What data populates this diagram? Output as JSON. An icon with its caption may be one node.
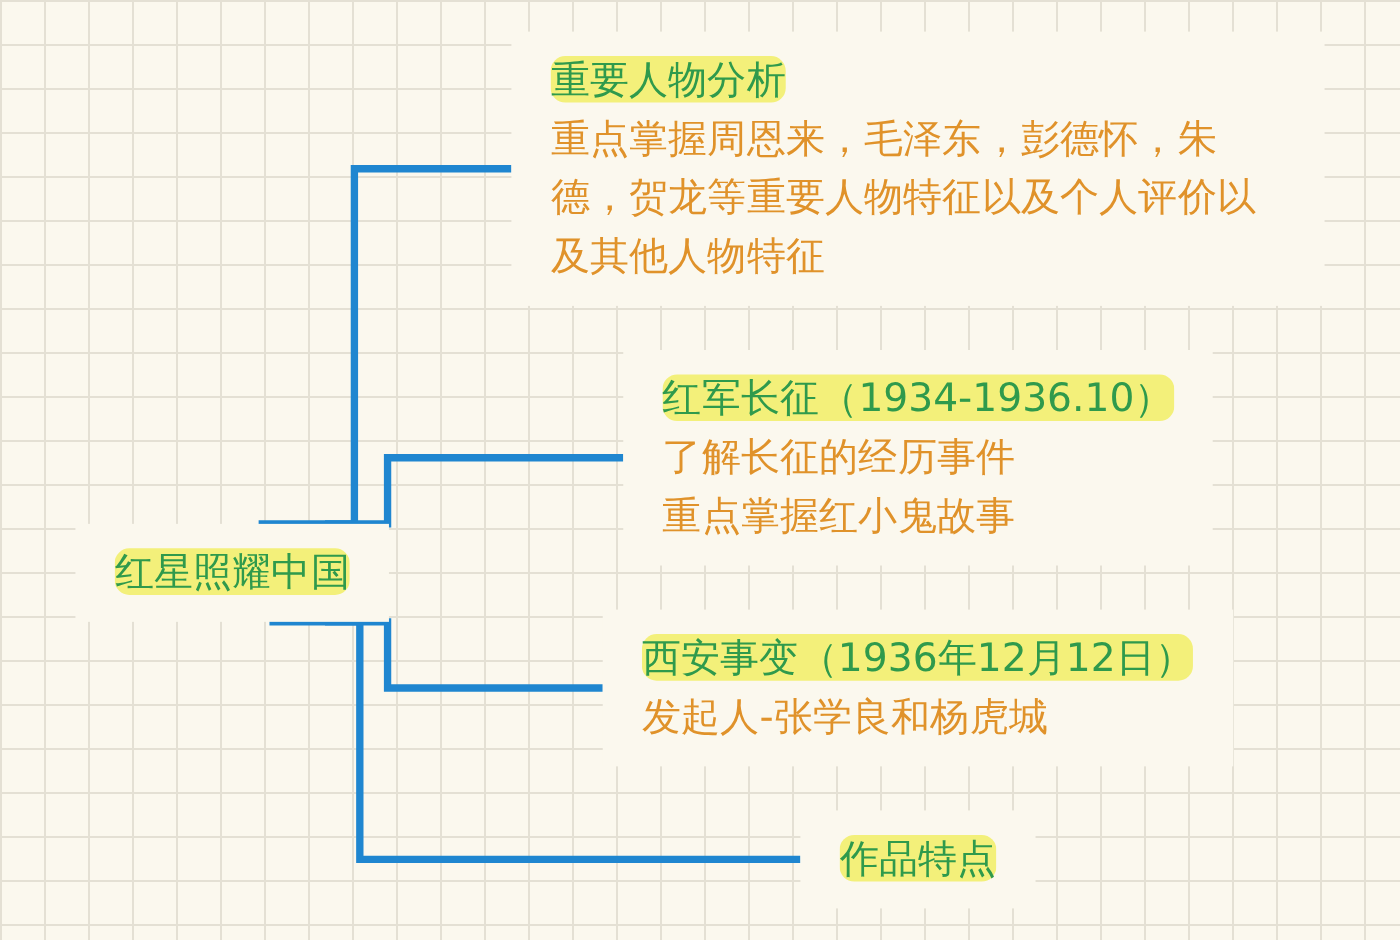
{
  "diagram": {
    "nodes": [
      {
        "text": [
          "红星照耀中国"
        ]
      },
      {
        "text": [
          "重要人物分析",
          "重点掌握周恩来，毛泽东，彭德怀，朱德，贺龙等重要人物特征以及个人评价以及其他人物特征"
        ]
      },
      {
        "text": [
          "红军长征（1934-1936.10）",
          "了解长征的经历事件",
          "重点掌握红小鬼故事"
        ]
      },
      {
        "text": [
          "西安事变（1936年12月12日）",
          "发起人-张学良和杨虎城"
        ]
      },
      {
        "text": [
          "作品特点"
        ]
      }
    ],
    "edges": [
      {
        "from": 0,
        "to": 1,
        "arrow": "none"
      },
      {
        "from": 0,
        "to": 2,
        "arrow": "none"
      },
      {
        "from": 0,
        "to": 3,
        "arrow": "none"
      },
      {
        "from": 0,
        "to": 4,
        "arrow": "none"
      }
    ]
  }
}
